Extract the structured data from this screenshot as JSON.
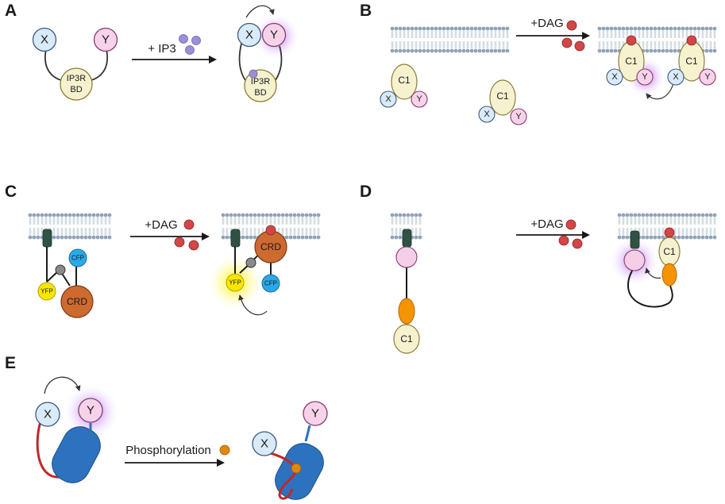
{
  "panels": {
    "A": {
      "letter": "A",
      "x_label": "X",
      "y_label": "Y",
      "domain_label_1": "IP3R",
      "domain_label_2": "BD",
      "arrow_label": "+ IP3"
    },
    "B": {
      "letter": "B",
      "arrow_label": "+DAG",
      "c1_label": "C1",
      "x_label": "X",
      "y_label": "Y"
    },
    "C": {
      "letter": "C",
      "arrow_label": "+DAG",
      "cfp_label": "CFP",
      "yfp_label": "YFP",
      "crd_label": "CRD"
    },
    "D": {
      "letter": "D",
      "arrow_label": "+DAG",
      "c1_label": "C1"
    },
    "E": {
      "letter": "E",
      "arrow_label": "Phosphorylation",
      "x_label": "X",
      "y_label": "Y"
    }
  },
  "colors": {
    "membrane_head": "#8fa3b8",
    "membrane_tail": "#b9c5d2",
    "x_fill": "#d9eaf8",
    "x_stroke": "#3d5a80",
    "y_fill": "#f7d3ea",
    "y_stroke": "#8a3a72",
    "domain_fill": "#f6f2cf",
    "domain_stroke": "#8b7d3a",
    "ip3": "#9b8fd8",
    "dag": "#d14646",
    "cfp": "#29a9e8",
    "yfp": "#f7e600",
    "crd": "#cc6a30",
    "anchor": "#2f5244",
    "pink": "#f5cfe8",
    "orange": "#f59400",
    "blue_body": "#2d72bf",
    "red_linker": "#c0282a",
    "glow_purple": "#b56ef0",
    "glow_yellow": "#fff200"
  },
  "icons": [
    "arrow-right-icon",
    "curved-arrow-icon"
  ]
}
